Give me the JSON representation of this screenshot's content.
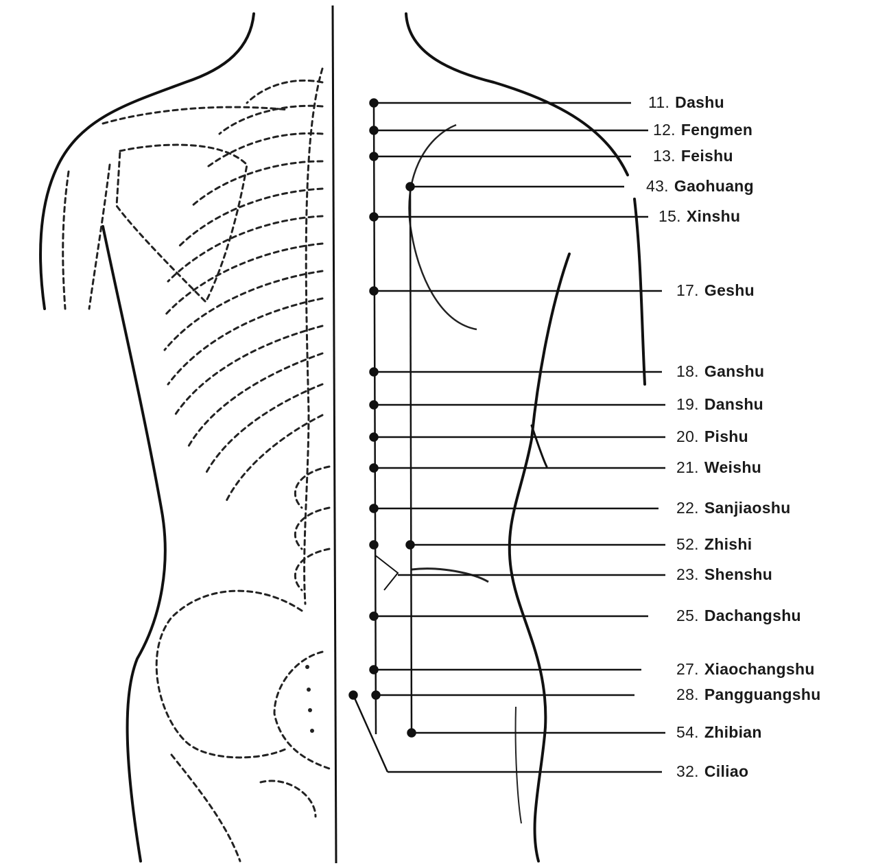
{
  "diagram": {
    "acupoints": [
      {
        "number": "11.",
        "name": "Dashu"
      },
      {
        "number": "12.",
        "name": "Fengmen"
      },
      {
        "number": "13.",
        "name": "Feishu"
      },
      {
        "number": "43.",
        "name": "Gaohuang"
      },
      {
        "number": "15.",
        "name": "Xinshu"
      },
      {
        "number": "17.",
        "name": "Geshu"
      },
      {
        "number": "18.",
        "name": "Ganshu"
      },
      {
        "number": "19.",
        "name": "Danshu"
      },
      {
        "number": "20.",
        "name": "Pishu"
      },
      {
        "number": "21.",
        "name": "Weishu"
      },
      {
        "number": "22.",
        "name": "Sanjiaoshu"
      },
      {
        "number": "52.",
        "name": "Zhishi"
      },
      {
        "number": "23.",
        "name": "Shenshu"
      },
      {
        "number": "25.",
        "name": "Dachangshu"
      },
      {
        "number": "27.",
        "name": "Xiaochangshu"
      },
      {
        "number": "28.",
        "name": "Pangguangshu"
      },
      {
        "number": "54.",
        "name": "Zhibian"
      },
      {
        "number": "32.",
        "name": "Ciliao"
      }
    ]
  }
}
